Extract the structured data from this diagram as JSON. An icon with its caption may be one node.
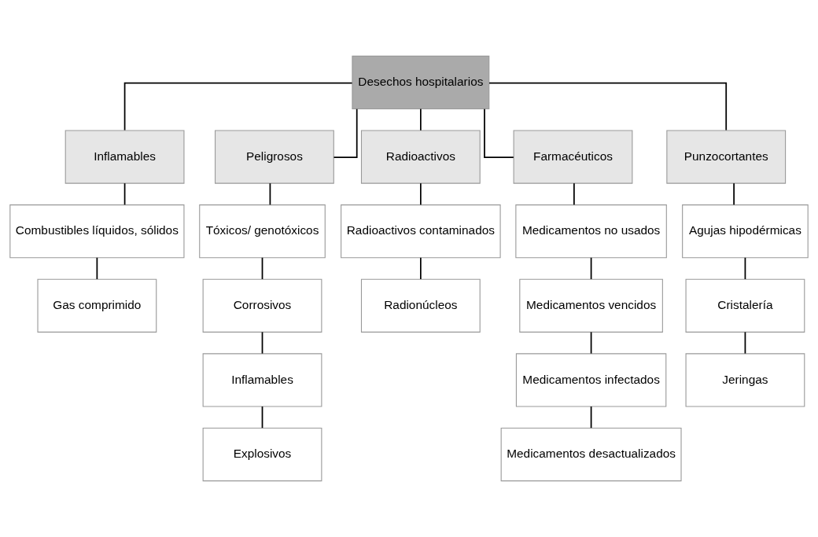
{
  "diagram": {
    "nodes": [
      {
        "text": [
          "Desechos hospitalarios"
        ]
      },
      {
        "text": [
          "Inflamables"
        ]
      },
      {
        "text": [
          "Peligrosos"
        ]
      },
      {
        "text": [
          "Radioactivos"
        ]
      },
      {
        "text": [
          "Farmacéuticos"
        ]
      },
      {
        "text": [
          "Punzocortantes"
        ]
      },
      {
        "text": [
          "Combustibles líquidos, sólidos"
        ]
      },
      {
        "text": [
          "Gas comprimido"
        ]
      },
      {
        "text": [
          "Tóxicos/ genotóxicos"
        ]
      },
      {
        "text": [
          "Corrosivos"
        ]
      },
      {
        "text": [
          "Inflamables"
        ]
      },
      {
        "text": [
          "Explosivos"
        ]
      },
      {
        "text": [
          "Radioactivos contaminados"
        ]
      },
      {
        "text": [
          "Radionúcleos"
        ]
      },
      {
        "text": [
          "Medicamentos no usados"
        ]
      },
      {
        "text": [
          "Medicamentos vencidos"
        ]
      },
      {
        "text": [
          "Medicamentos infectados"
        ]
      },
      {
        "text": [
          "Medicamentos desactualizados"
        ]
      },
      {
        "text": [
          "Agujas hipodérmicas"
        ]
      },
      {
        "text": [
          "Cristalería"
        ]
      },
      {
        "text": [
          "Jeringas"
        ]
      }
    ],
    "edges": [
      {
        "from": 0,
        "to": 1,
        "arrow": "none"
      },
      {
        "from": 0,
        "to": 2,
        "arrow": "none"
      },
      {
        "from": 0,
        "to": 3,
        "arrow": "none"
      },
      {
        "from": 0,
        "to": 4,
        "arrow": "none"
      },
      {
        "from": 0,
        "to": 5,
        "arrow": "none"
      },
      {
        "from": 1,
        "to": 6,
        "arrow": "none"
      },
      {
        "from": 6,
        "to": 7,
        "arrow": "none"
      },
      {
        "from": 2,
        "to": 8,
        "arrow": "none"
      },
      {
        "from": 8,
        "to": 9,
        "arrow": "none"
      },
      {
        "from": 9,
        "to": 10,
        "arrow": "none"
      },
      {
        "from": 10,
        "to": 11,
        "arrow": "none"
      },
      {
        "from": 3,
        "to": 12,
        "arrow": "none"
      },
      {
        "from": 12,
        "to": 13,
        "arrow": "none"
      },
      {
        "from": 4,
        "to": 14,
        "arrow": "none"
      },
      {
        "from": 14,
        "to": 15,
        "arrow": "none"
      },
      {
        "from": 15,
        "to": 16,
        "arrow": "none"
      },
      {
        "from": 16,
        "to": 17,
        "arrow": "none"
      },
      {
        "from": 5,
        "to": 18,
        "arrow": "none"
      },
      {
        "from": 18,
        "to": 19,
        "arrow": "none"
      },
      {
        "from": 19,
        "to": 20,
        "arrow": "none"
      }
    ]
  }
}
